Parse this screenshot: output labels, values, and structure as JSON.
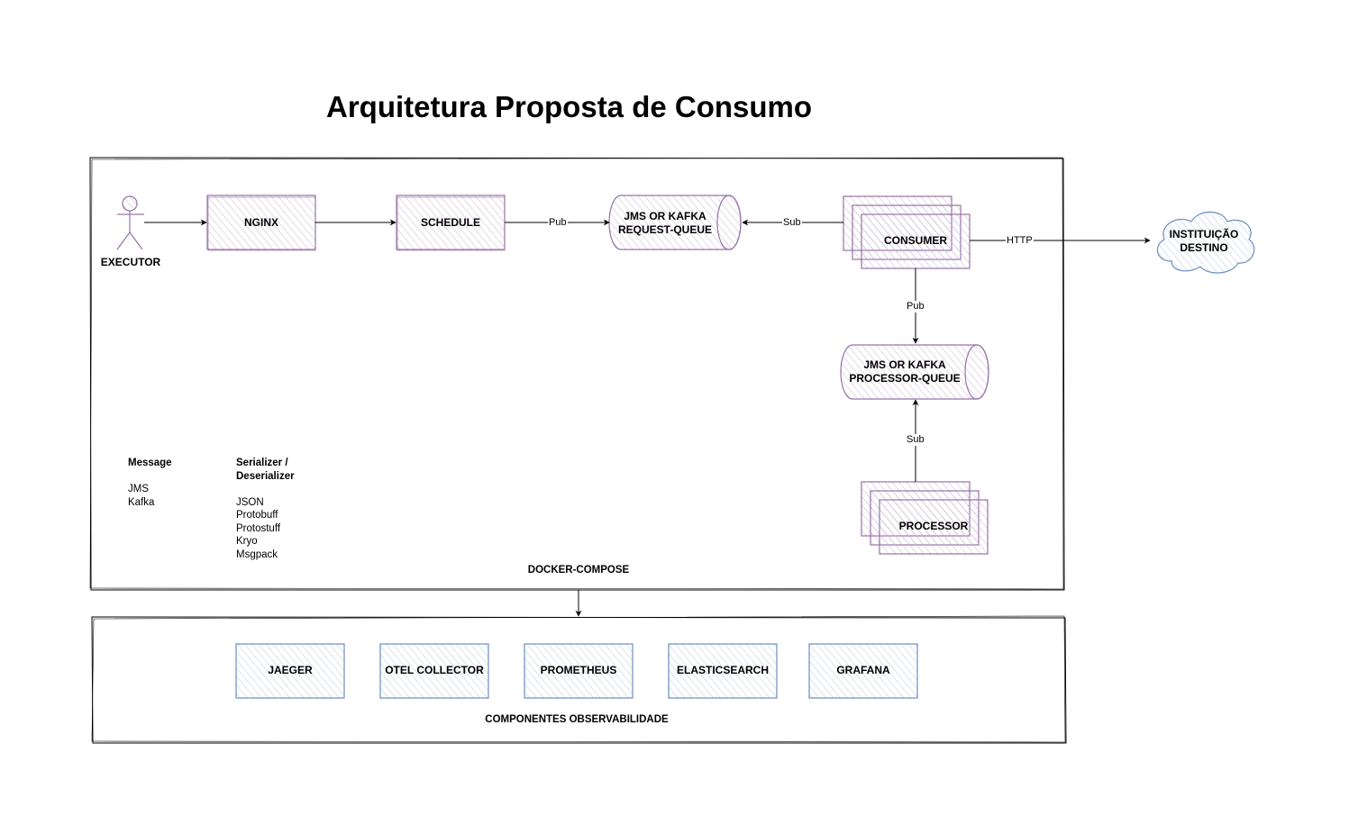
{
  "title": "Arquitetura Proposta de Consumo",
  "colors": {
    "purple": "#9673a6",
    "purple_fill": "#e1d5e7",
    "blue": "#6c8ebf",
    "blue_fill": "#dae8fc",
    "line": "#000000"
  },
  "actor": {
    "label": "EXECUTOR",
    "icon": "stick-figure-icon"
  },
  "nodes": {
    "nginx": "NGINX",
    "schedule": "SCHEDULE",
    "request_queue": [
      "JMS OR KAFKA",
      "REQUEST-QUEUE"
    ],
    "consumer": "CONSUMER",
    "processor_queue": [
      "JMS OR KAFKA",
      "PROCESSOR-QUEUE"
    ],
    "processor": "PROCESSOR",
    "destination": [
      "INSTITUIÇÃO",
      "DESTINO"
    ]
  },
  "edges": {
    "schedule_to_queue": "Pub",
    "consumer_to_queue": "Sub",
    "consumer_to_destination": "HTTP",
    "consumer_to_processor_queue": "Pub",
    "processor_to_queue": "Sub"
  },
  "docker_group": {
    "label": "DOCKER-COMPOSE"
  },
  "message_list": {
    "heading": "Message",
    "items": [
      "JMS",
      "Kafka"
    ]
  },
  "serializer_list": {
    "heading": [
      "Serializer /",
      "Deserializer"
    ],
    "items": [
      "JSON",
      "Protobuff",
      "Protostuff",
      "Kryo",
      "Msgpack"
    ]
  },
  "observability": {
    "label": "COMPONENTES OBSERVABILIDADE",
    "components": [
      "JAEGER",
      "OTEL COLLECTOR",
      "PROMETHEUS",
      "ELASTICSEARCH",
      "GRAFANA"
    ]
  }
}
